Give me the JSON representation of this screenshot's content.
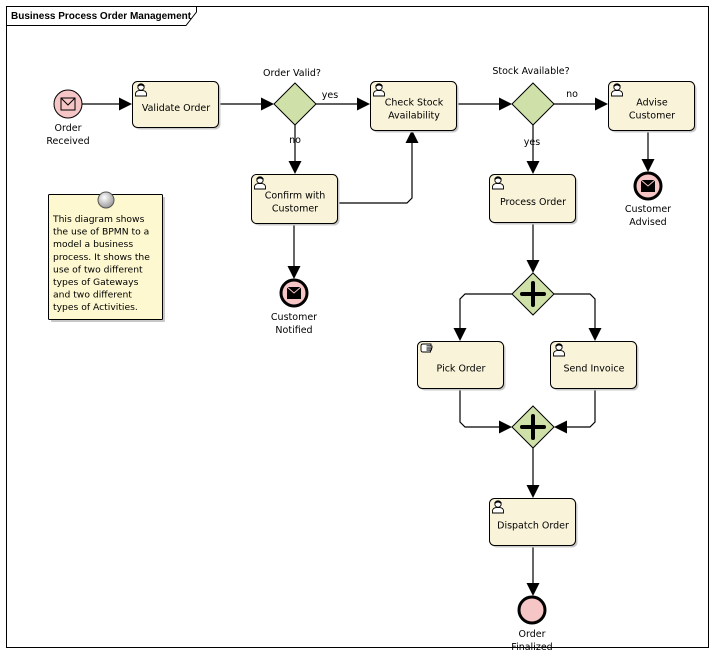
{
  "diagram": {
    "title": "Business Process Order Management",
    "colors": {
      "task_fill": "#f9f4d9",
      "gateway_fill": "#cfe0a8",
      "event_fill": "#f6c5c5",
      "note_fill": "#fdf8d0"
    },
    "tasks": [
      {
        "id": "validate",
        "type": "user",
        "lines": [
          "Validate Order"
        ]
      },
      {
        "id": "check",
        "type": "user",
        "lines": [
          "Check Stock",
          "Availability"
        ]
      },
      {
        "id": "advise",
        "type": "user",
        "lines": [
          "Advise",
          "Customer"
        ]
      },
      {
        "id": "confirm",
        "type": "user",
        "lines": [
          "Confirm with",
          "Customer"
        ]
      },
      {
        "id": "process",
        "type": "user",
        "lines": [
          "Process Order"
        ]
      },
      {
        "id": "pick",
        "type": "manual",
        "lines": [
          "Pick Order"
        ]
      },
      {
        "id": "invoice",
        "type": "user",
        "lines": [
          "Send Invoice"
        ]
      },
      {
        "id": "dispatch",
        "type": "user",
        "lines": [
          "Dispatch Order"
        ]
      }
    ],
    "gateways": [
      {
        "id": "gw_valid",
        "kind": "exclusive",
        "label": "Order Valid?"
      },
      {
        "id": "gw_stock",
        "kind": "exclusive",
        "label": "Stock Available?"
      },
      {
        "id": "gw_split",
        "kind": "parallel",
        "label": ""
      },
      {
        "id": "gw_join",
        "kind": "parallel",
        "label": ""
      }
    ],
    "events": [
      {
        "id": "ev_received",
        "kind": "start",
        "trigger": "message",
        "lines": [
          "Order",
          "Received"
        ]
      },
      {
        "id": "ev_notified",
        "kind": "end",
        "trigger": "message",
        "lines": [
          "Customer",
          "Notified"
        ]
      },
      {
        "id": "ev_advised",
        "kind": "end",
        "trigger": "message",
        "lines": [
          "Customer",
          "Advised"
        ]
      },
      {
        "id": "ev_finalized",
        "kind": "end",
        "trigger": "none",
        "lines": [
          "Order",
          "Finalized"
        ]
      }
    ],
    "flows": [
      {
        "from": "ev_received",
        "to": "validate",
        "label": ""
      },
      {
        "from": "validate",
        "to": "gw_valid",
        "label": ""
      },
      {
        "from": "gw_valid",
        "to": "check",
        "label": "yes"
      },
      {
        "from": "gw_valid",
        "to": "confirm",
        "label": "no"
      },
      {
        "from": "confirm",
        "to": "check",
        "label": ""
      },
      {
        "from": "confirm",
        "to": "ev_notified",
        "label": ""
      },
      {
        "from": "check",
        "to": "gw_stock",
        "label": ""
      },
      {
        "from": "gw_stock",
        "to": "advise",
        "label": "no"
      },
      {
        "from": "gw_stock",
        "to": "process",
        "label": "yes"
      },
      {
        "from": "advise",
        "to": "ev_advised",
        "label": ""
      },
      {
        "from": "process",
        "to": "gw_split",
        "label": ""
      },
      {
        "from": "gw_split",
        "to": "pick",
        "label": ""
      },
      {
        "from": "gw_split",
        "to": "invoice",
        "label": ""
      },
      {
        "from": "pick",
        "to": "gw_join",
        "label": ""
      },
      {
        "from": "invoice",
        "to": "gw_join",
        "label": ""
      },
      {
        "from": "gw_join",
        "to": "dispatch",
        "label": ""
      },
      {
        "from": "dispatch",
        "to": "ev_finalized",
        "label": ""
      }
    ],
    "note": {
      "lines": [
        "This diagram shows",
        "the use of BPMN to a",
        "model a business",
        "process. It shows the",
        "use of two different",
        "types of Gateways",
        "and two different",
        "types of Activities."
      ]
    }
  }
}
